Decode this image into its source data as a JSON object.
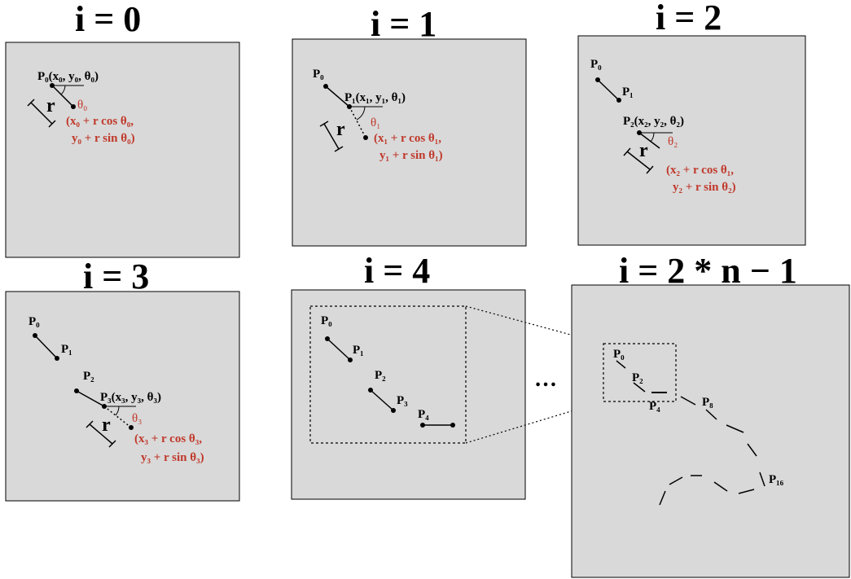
{
  "titles": {
    "t0": "i = 0",
    "t1": "i = 1",
    "t2": "i = 2",
    "t3": "i = 3",
    "t4": "i = 4",
    "t5": "i = 2 * n − 1"
  },
  "ellipsis": "…",
  "r_label": "r",
  "panels": [
    {
      "point_label": "P₀(x₀, y₀, θ₀)",
      "theta": "θ₀",
      "formula_line1": "(x₀ + r cos θ₀,",
      "formula_line2": "y₀ + r sin θ₀)"
    },
    {
      "p0": "P₀",
      "point_label": "P₁(x₁, y₁, θ₁)",
      "theta": "θ₁",
      "formula_line1": "(x₁ + r cos θ₁,",
      "formula_line2": "y₁ + r sin θ₁)"
    },
    {
      "p0": "P₀",
      "p1": "P₁",
      "point_label": "P₂(x₂, y₂, θ₂)",
      "theta": "θ₂",
      "formula_line1": "(x₂ + r cos θ₁,",
      "formula_line2": "y₂ + r sin θ₂)"
    },
    {
      "p0": "P₀",
      "p1": "P₁",
      "p2": "P₂",
      "point_label": "P₃(x₃, y₃, θ₃)",
      "theta": "θ₃",
      "formula_line1": "(x₃ + r cos θ₃,",
      "formula_line2": "y₃ + r sin θ₃)"
    },
    {
      "p0": "P₀",
      "p1": "P₁",
      "p2": "P₂",
      "p3": "P₃",
      "p4": "P₄"
    },
    {
      "p0": "P₀",
      "p2": "P₂",
      "p4": "P₄",
      "p8": "P₈",
      "p16": "P₁₆"
    }
  ],
  "colors": {
    "panel_fill": "#d9d9d9",
    "accent_red": "#c0392b"
  }
}
